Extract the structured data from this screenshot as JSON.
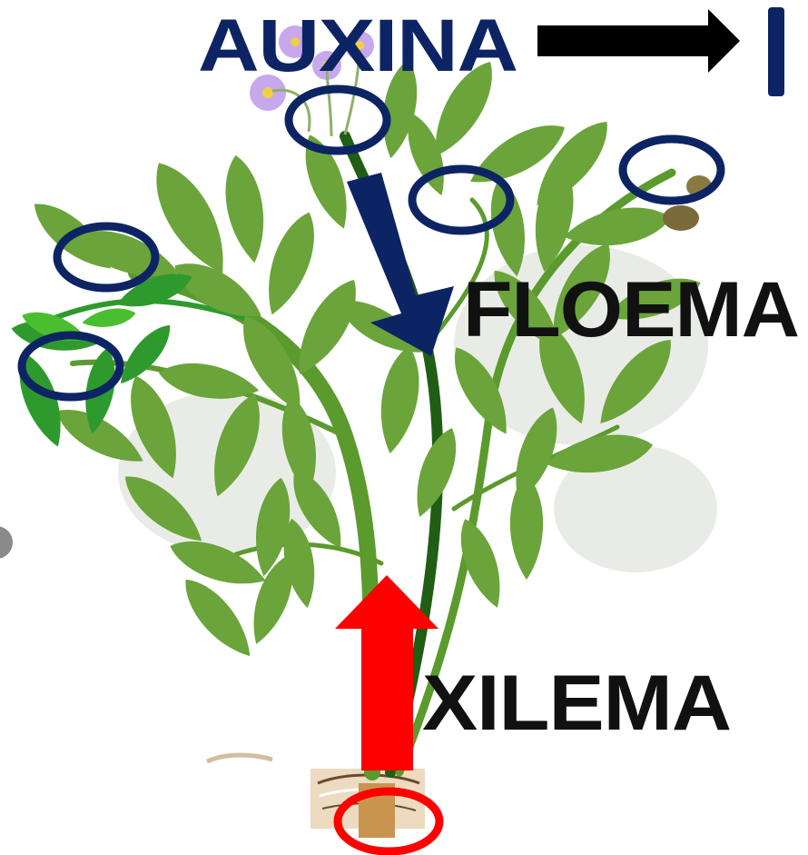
{
  "labels": {
    "auxina": "AUXINA",
    "floema": "FLOEMA",
    "xilema": "XILEMA"
  },
  "colors": {
    "auxina_text": "#0d2464",
    "label_text": "#111111",
    "floema_arrow": "#0d2464",
    "xilema_arrow": "#ff0000",
    "auxina_arrow": "#000000",
    "markers": "#0d2464",
    "root_marker": "#ff0000",
    "leaf": "#6aa43a",
    "leaf_dark": "#2e9a2e",
    "leaf_light": "#49bf2f",
    "stem": "#5b9a2c",
    "stem_dark": "#1f5e14",
    "flower": "#c7a8ec",
    "flower_center": "#f0d040",
    "tuber": "#7a6a3a",
    "root": "#c9954e"
  },
  "icons": {
    "auxina_arrow": "arrow-right-icon",
    "auxina_end": "inhibition-bar-icon",
    "floema_arrow": "arrow-down-icon",
    "xilema_arrow": "arrow-up-icon"
  }
}
